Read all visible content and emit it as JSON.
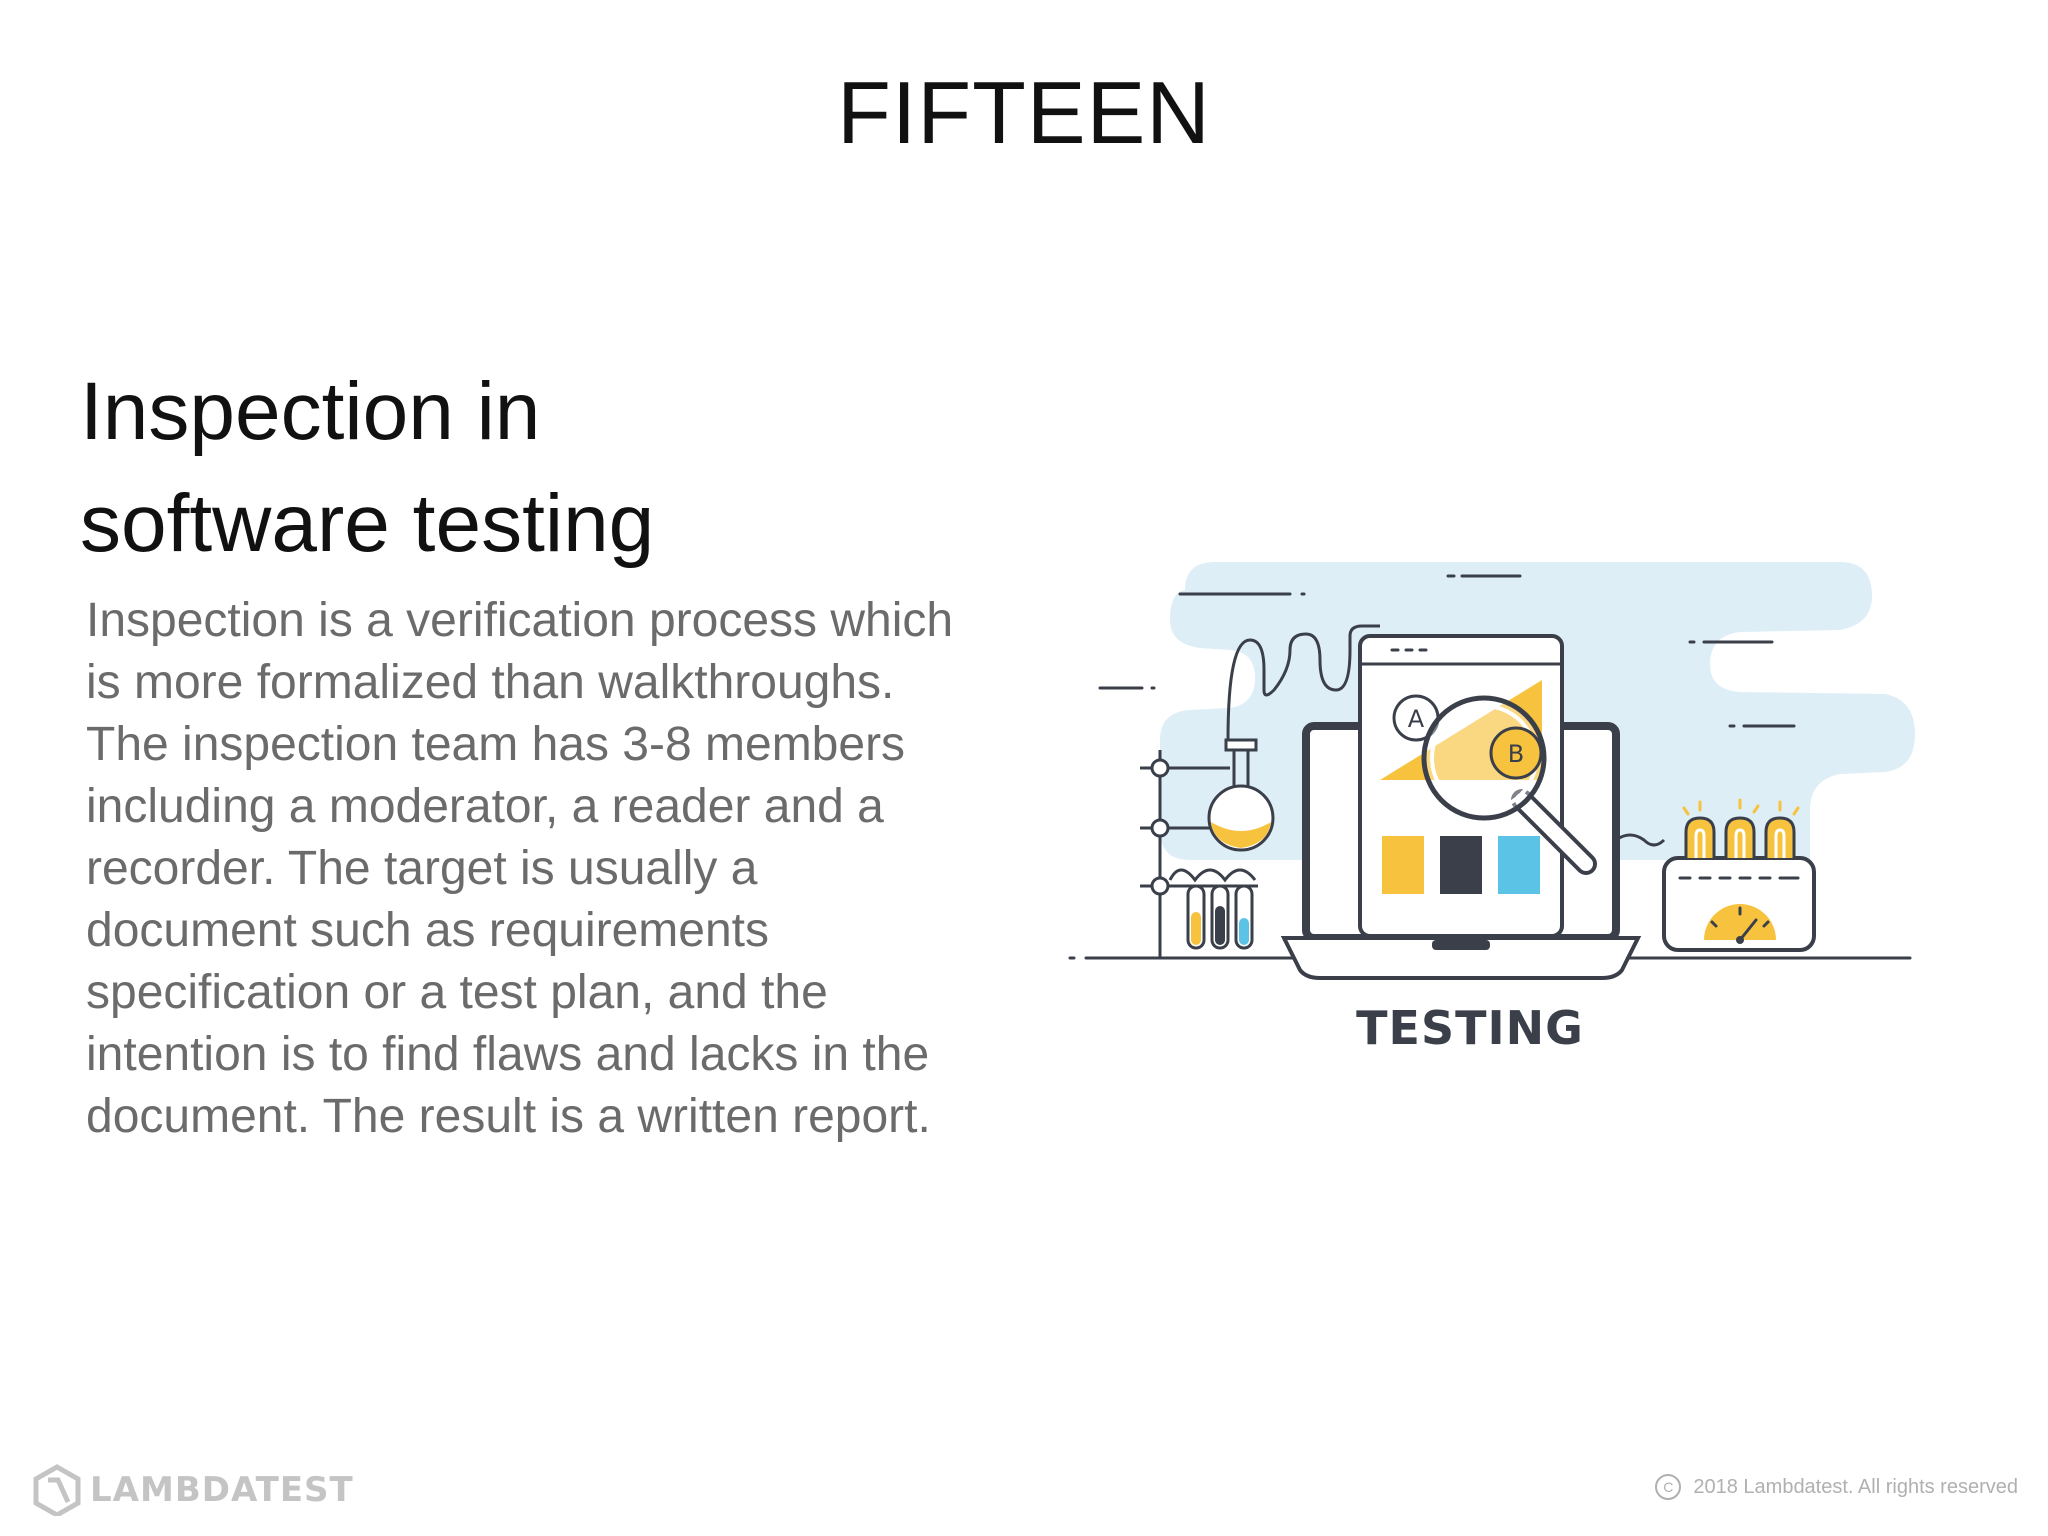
{
  "slide": {
    "number_label": "FIFTEEN",
    "title_line1": "Inspection in",
    "title_line2": "software testing",
    "body_lines": [
      "Inspection is a verification process which",
      "is more formalized than walkthroughs.",
      "The inspection team has 3-8 members",
      "including a moderator, a reader and a",
      "recorder. The target is usually a",
      "document such as requirements",
      "specification or a test plan, and the",
      "intention is to find flaws and lacks in the",
      "document. The result is a written report."
    ]
  },
  "illustration": {
    "caption": "TESTING",
    "label_a": "A",
    "label_b": "B",
    "icons": [
      "laptop-icon",
      "magnifier-icon",
      "flask-icon",
      "test-tubes-icon",
      "gauge-device-icon"
    ],
    "colors": {
      "cloud": "#deeef7",
      "outline": "#3a3f4a",
      "yellow": "#f7c33f",
      "blue": "#5bc4e6",
      "dark": "#3a3f4a"
    }
  },
  "footer": {
    "brand": "LAMBDATEST",
    "copyright": "2018 Lambdatest. All rights reserved"
  }
}
